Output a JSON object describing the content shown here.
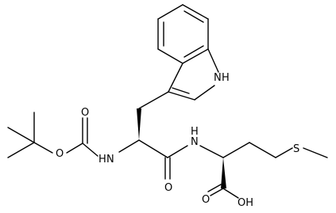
{
  "labels": {
    "indole_nh": "H",
    "indole_n": "N",
    "carbamate_o_ether": "O",
    "carbamate_o_carbonyl": "O",
    "carbamate_nh": "H",
    "carbamate_n": "N",
    "amide_o": "O",
    "amide_n": "N",
    "amide_h": "H",
    "sulfur": "S",
    "acid_oh": "OH",
    "acid_o": "O"
  }
}
